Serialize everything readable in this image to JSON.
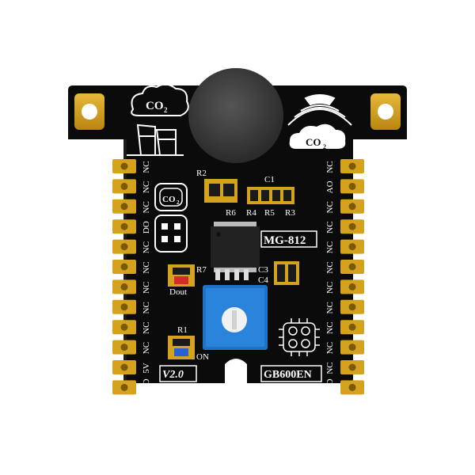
{
  "board": {
    "model": "MG-812",
    "name": "GB600EN",
    "version": "V2.0",
    "co2_label": "CO",
    "co2_subscript": "2",
    "colors": {
      "pcb": "#0b0b0b",
      "gold": "#d4a21c",
      "potentiometer": "#1e73c8",
      "sensor": "#3a3a3a",
      "silkscreen": "#ffffff",
      "led_dout": "#d62a2a",
      "led_power": "#2a5fd6"
    }
  },
  "pins_left": [
    "NC",
    "NC",
    "NC",
    "DO",
    "NC",
    "NC",
    "NC",
    "NC",
    "NC",
    "NC",
    "5V",
    "GND"
  ],
  "pins_right": [
    "NC",
    "AO",
    "NC",
    "NC",
    "NC",
    "NC",
    "NC",
    "NC",
    "NC",
    "NC",
    "NC",
    "GND"
  ],
  "components": {
    "r1": "R1",
    "r2": "R2",
    "r3": "R3",
    "r4": "R4",
    "r5": "R5",
    "r6": "R6",
    "r7": "R7",
    "c1": "C1",
    "c3": "C3",
    "c4": "C4",
    "dout": "Dout",
    "on": "ON"
  }
}
